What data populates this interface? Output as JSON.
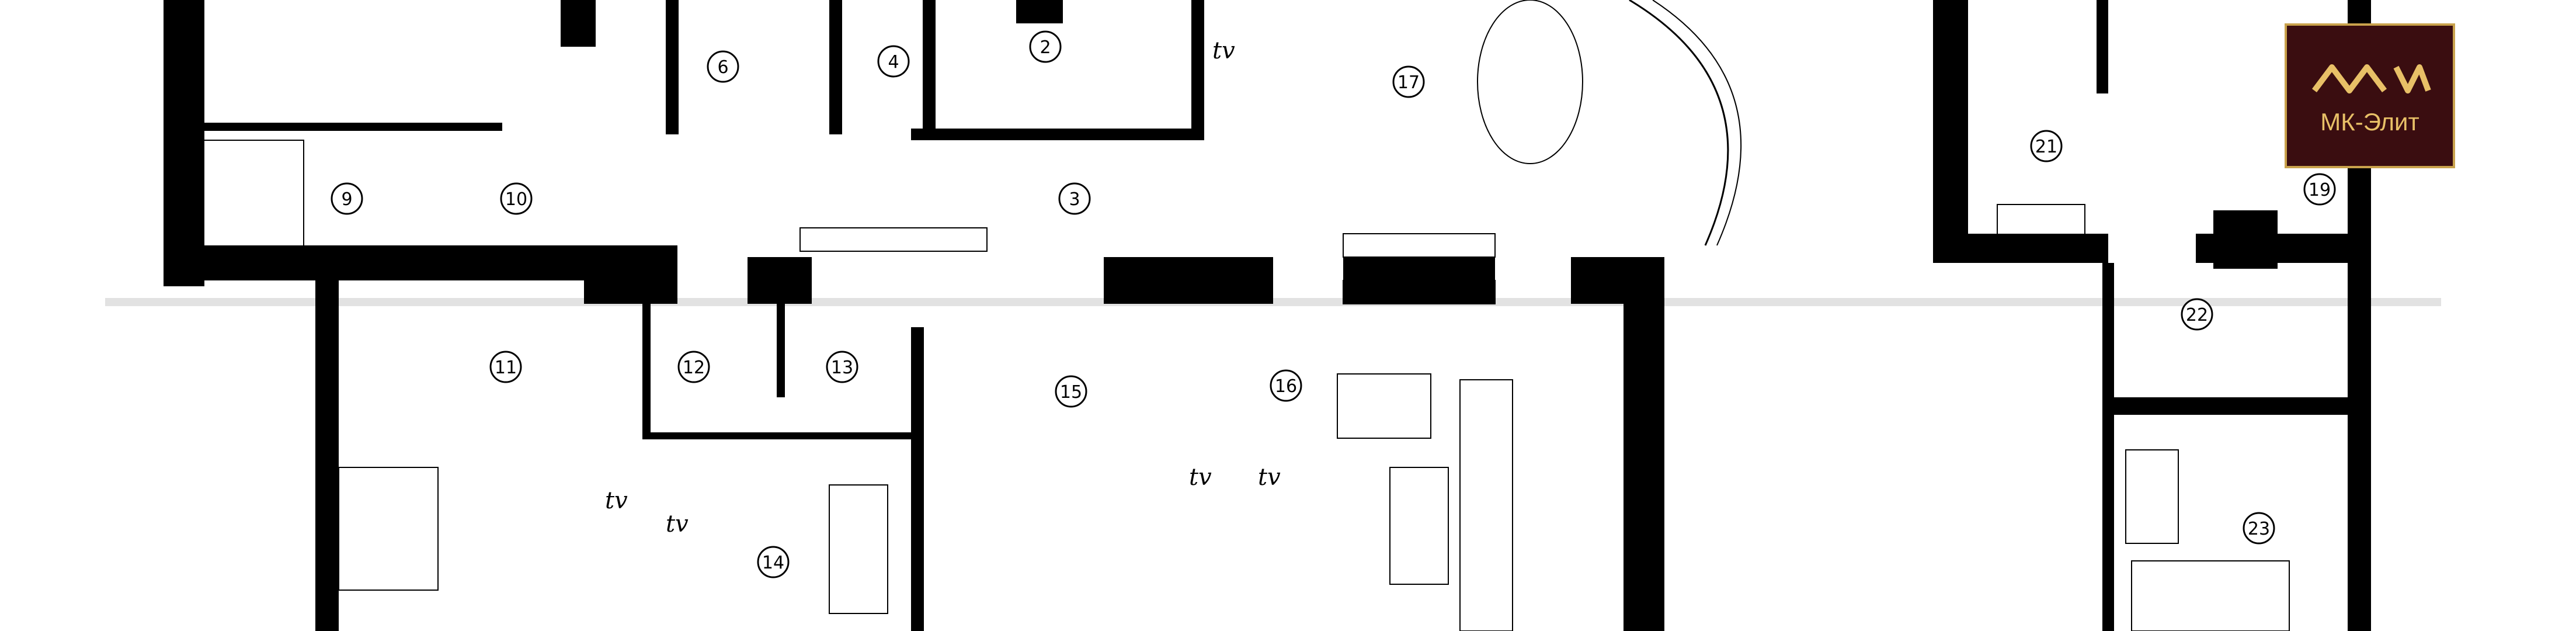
{
  "plan": {
    "rooms": [
      {
        "id": "r1",
        "label": "2"
      },
      {
        "id": "r2",
        "label": "3"
      },
      {
        "id": "r3",
        "label": "4"
      },
      {
        "id": "r4",
        "label": "6"
      },
      {
        "id": "r5",
        "label": "9"
      },
      {
        "id": "r6",
        "label": "10"
      },
      {
        "id": "r7",
        "label": "11"
      },
      {
        "id": "r8",
        "label": "12"
      },
      {
        "id": "r9",
        "label": "13"
      },
      {
        "id": "r10",
        "label": "14"
      },
      {
        "id": "r11",
        "label": "15"
      },
      {
        "id": "r12",
        "label": "16"
      },
      {
        "id": "r13",
        "label": "17"
      },
      {
        "id": "r14",
        "label": "19"
      },
      {
        "id": "r15",
        "label": "21"
      },
      {
        "id": "r16",
        "label": "22"
      },
      {
        "id": "r17",
        "label": "23"
      }
    ],
    "tv_label": "tv"
  },
  "logo": {
    "brand": "МК-Элит",
    "icon": "mk-elit-logo-icon",
    "bg_color": "#3a0d10",
    "accent_color": "#c9a24c"
  }
}
